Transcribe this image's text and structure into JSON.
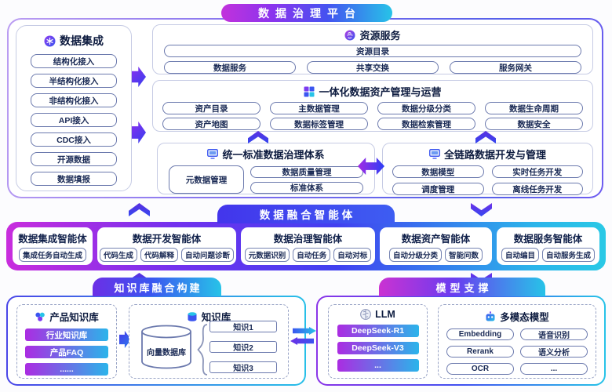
{
  "platform": {
    "title": "数据治理平台",
    "integration": {
      "title": "数据集成",
      "items": [
        "结构化接入",
        "半结构化接入",
        "非结构化接入",
        "API接入",
        "CDC接入",
        "开源数据",
        "数据填报"
      ]
    },
    "resource": {
      "title": "资源服务",
      "catalog": "资源目录",
      "items": [
        "数据服务",
        "共享交换",
        "服务网关"
      ]
    },
    "asset": {
      "title": "一体化数据资产管理与运营",
      "row1": [
        "资产目录",
        "主数据管理",
        "数据分级分类",
        "数据生命周期"
      ],
      "row2": [
        "资产地图",
        "数据标签管理",
        "数据检索管理",
        "数据安全"
      ]
    },
    "governance": {
      "title": "统一标准数据治理体系",
      "main": "元数据管理",
      "items": [
        "数据质量管理",
        "标准体系"
      ]
    },
    "development": {
      "title": "全链路数据开发与管理",
      "items": [
        "数据模型",
        "实时任务开发",
        "调度管理",
        "离线任务开发"
      ]
    }
  },
  "agents": {
    "title": "数据融合智能体",
    "cards": [
      {
        "title": "数据集成智能体",
        "chips": [
          "集成任务自动生成"
        ]
      },
      {
        "title": "数据开发智能体",
        "chips": [
          "代码生成",
          "代码解释",
          "自动问题诊断"
        ]
      },
      {
        "title": "数据治理智能体",
        "chips": [
          "元数据识别",
          "自动任务",
          "自动对标"
        ]
      },
      {
        "title": "数据资产智能体",
        "chips": [
          "自动分级分类",
          "智能问数"
        ]
      },
      {
        "title": "数据服务智能体",
        "chips": [
          "自动编目",
          "自动服务生成"
        ]
      }
    ]
  },
  "knowledge": {
    "title": "知识库融合构建",
    "product": {
      "title": "产品知识库",
      "bars": [
        "行业知识库",
        "产品FAQ",
        "......"
      ]
    },
    "kb": {
      "title": "知识库",
      "vector_db": "向量数据库",
      "brace": "{",
      "docs": [
        "知识1",
        "知识2",
        "知识3"
      ]
    }
  },
  "models": {
    "title": "模型支撑",
    "llm": {
      "title": "LLM",
      "bars": [
        "DeepSeek-R1",
        "DeepSeek-V3",
        "..."
      ]
    },
    "multimodal": {
      "title": "多模态模型",
      "chips": [
        "Embedding",
        "语音识别",
        "Rerank",
        "语义分析",
        "OCR",
        "..."
      ]
    }
  },
  "colors": {
    "magenta": "#c72fd8",
    "purple": "#7b34ee",
    "blue": "#3b50f0",
    "cyan": "#27c3e8",
    "navy_text": "#15224d",
    "box_border": "#6b79ad"
  }
}
